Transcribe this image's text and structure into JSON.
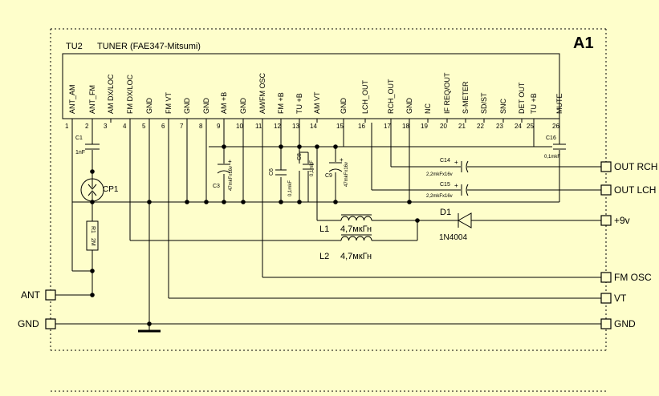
{
  "block_id": "A1",
  "module": {
    "ref": "TU2",
    "name": "TUNER (FAE347-Mitsumi)",
    "pins": [
      {
        "num": "1",
        "label": "ANT_AM"
      },
      {
        "num": "2",
        "label": "ANT_FM"
      },
      {
        "num": "3",
        "label": "AM DX/LOC"
      },
      {
        "num": "4",
        "label": "FM DX/LOC"
      },
      {
        "num": "5",
        "label": "GND"
      },
      {
        "num": "6",
        "label": "FM VT"
      },
      {
        "num": "7",
        "label": "GND"
      },
      {
        "num": "8",
        "label": "GND"
      },
      {
        "num": "9",
        "label": "AM +B"
      },
      {
        "num": "10",
        "label": "GND"
      },
      {
        "num": "11",
        "label": "AM/FM OSC"
      },
      {
        "num": "12",
        "label": "FM +B"
      },
      {
        "num": "13",
        "label": "TU +B"
      },
      {
        "num": "14",
        "label": "AM VT"
      },
      {
        "num": "15",
        "label": "GND"
      },
      {
        "num": "16",
        "label": "LCH_OUT"
      },
      {
        "num": "17",
        "label": "RCH_OUT"
      },
      {
        "num": "18",
        "label": "GND"
      },
      {
        "num": "19",
        "label": "NC"
      },
      {
        "num": "20",
        "label": "IF REQ/OUT"
      },
      {
        "num": "21",
        "label": "S-METER"
      },
      {
        "num": "22",
        "label": "SD/ST"
      },
      {
        "num": "23",
        "label": "SNC"
      },
      {
        "num": "24",
        "label": "DET OUT"
      },
      {
        "num": "25",
        "label": "TU +B"
      },
      {
        "num": "26",
        "label": "MUTE"
      }
    ]
  },
  "components": {
    "c1": {
      "ref": "C1",
      "value": "1nF"
    },
    "cp1": {
      "ref": "CP1"
    },
    "r1": {
      "ref": "R1",
      "value": "2M"
    },
    "c3": {
      "ref": "C3",
      "value": "47mkFx16v"
    },
    "c6": {
      "ref": "C6",
      "value": "0,1mkF"
    },
    "c8": {
      "ref": "C8",
      "value": "0,1mkF"
    },
    "c9": {
      "ref": "C9",
      "value": "47mkFx16v"
    },
    "c14": {
      "ref": "C14",
      "value": "2,2mkFx16v"
    },
    "c15": {
      "ref": "C15",
      "value": "2,2mkFx16v"
    },
    "c16": {
      "ref": "C16",
      "value": "0,1mkF"
    },
    "l1": {
      "ref": "L1",
      "value": "4,7мкГн"
    },
    "l2": {
      "ref": "L2",
      "value": "4,7мкГн"
    },
    "d1": {
      "ref": "D1",
      "value": "1N4004"
    }
  },
  "connectors": {
    "out_rch": "OUT RCH",
    "out_lch": "OUT LCH",
    "plus9v": "+9v",
    "fm_osc": "FM OSC",
    "vt": "VT",
    "gnd_right": "GND",
    "ant": "ANT",
    "gnd_left": "GND"
  }
}
